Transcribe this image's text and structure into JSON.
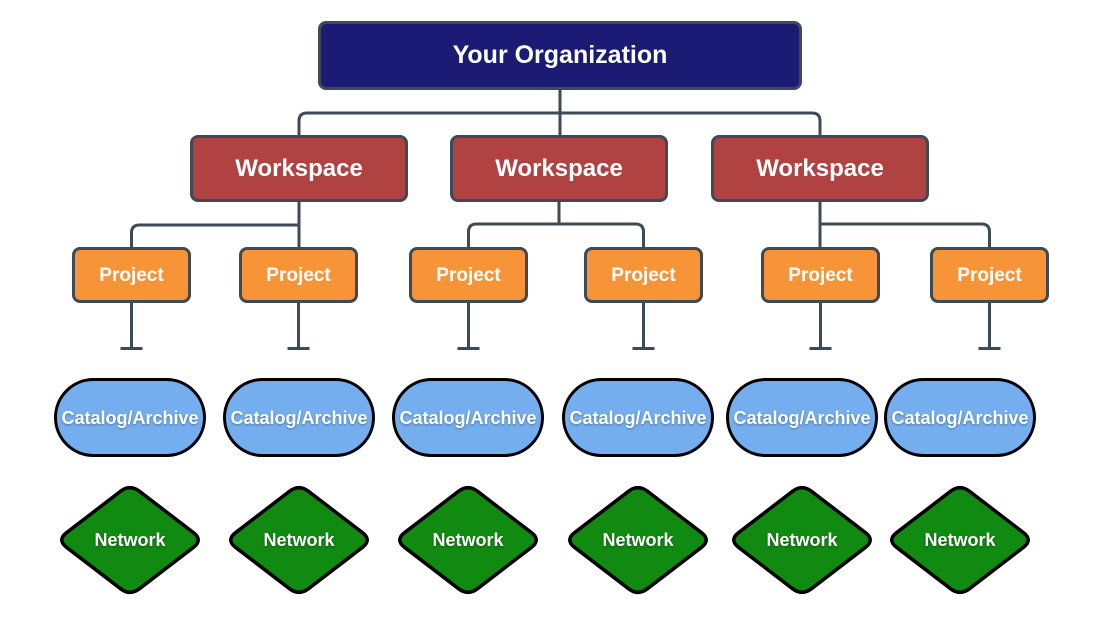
{
  "diagram": {
    "type": "hierarchy-org-chart",
    "levels": [
      {
        "name": "organization",
        "shape": "rounded-rectangle",
        "count": 1
      },
      {
        "name": "workspace",
        "shape": "rounded-rectangle",
        "count": 3
      },
      {
        "name": "project",
        "shape": "rounded-rectangle",
        "count": 6
      },
      {
        "name": "catalog",
        "shape": "stadium",
        "count": 6
      },
      {
        "name": "network",
        "shape": "diamond",
        "count": 6
      }
    ]
  },
  "nodes": {
    "organization": {
      "label": "Your Organization"
    },
    "workspace": {
      "label": "Workspace"
    },
    "project": {
      "label": "Project"
    },
    "catalog": {
      "label": "Catalog/Archive"
    },
    "network": {
      "label": "Network"
    }
  },
  "colors": {
    "organization-fill": "#1b1b75",
    "workspace-fill": "#b04242",
    "project-fill": "#f79438",
    "catalog-fill": "#74aeef",
    "network-fill": "#108a10",
    "connector": "#3e4a56",
    "box-border": "#3e4a56",
    "shape-border": "#000000",
    "text": "#ffffff",
    "background": "#ffffff"
  }
}
